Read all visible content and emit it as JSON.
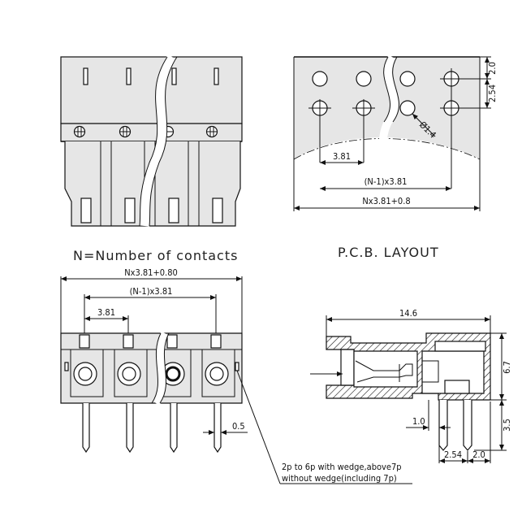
{
  "captions": {
    "contacts_note": "N=Number of contacts",
    "pcb_layout": "P.C.B. LAYOUT"
  },
  "pcb_dims": {
    "top_pitch": "2.0",
    "row_pitch": "2.54",
    "hole_dia": "Ø1.4",
    "pitch": "3.81",
    "span_n_minus_1": "(N-1)x3.81",
    "total": "Nx3.81+0.8"
  },
  "front_dims": {
    "total": "Nx3.81+0.80",
    "span_n_minus_1": "(N-1)x3.81",
    "pitch": "3.81",
    "pin_offset": "0.5"
  },
  "side_dims": {
    "width": "14.6",
    "height": "6.7",
    "pin_height": "3.5",
    "pin_pitch": "2.54",
    "pin_offset": "2.0",
    "front_offset": "1.0"
  },
  "wedge_note": {
    "line1": "2p to 6p with wedge,above7p",
    "line2": "without wedge(including 7p)"
  }
}
